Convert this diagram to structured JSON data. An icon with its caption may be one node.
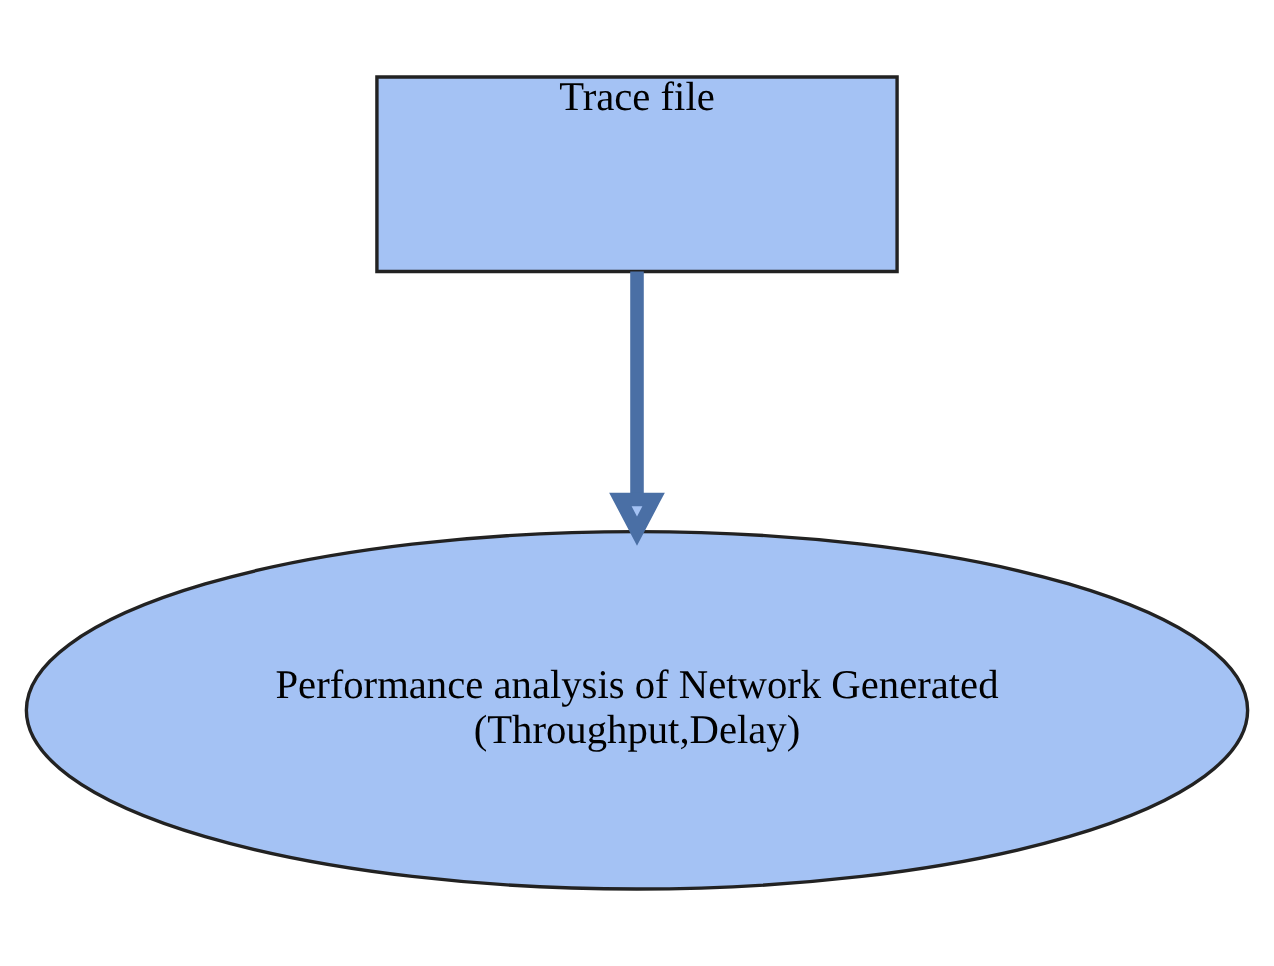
{
  "diagram": {
    "nodes": [
      {
        "text": [
          "Trace file"
        ]
      },
      {
        "text": [
          "Performance analysis of Network Generated",
          "(Throughput,Delay)"
        ]
      }
    ],
    "edges": [
      {
        "from": 0,
        "to": 1,
        "arrow": "to"
      }
    ]
  }
}
